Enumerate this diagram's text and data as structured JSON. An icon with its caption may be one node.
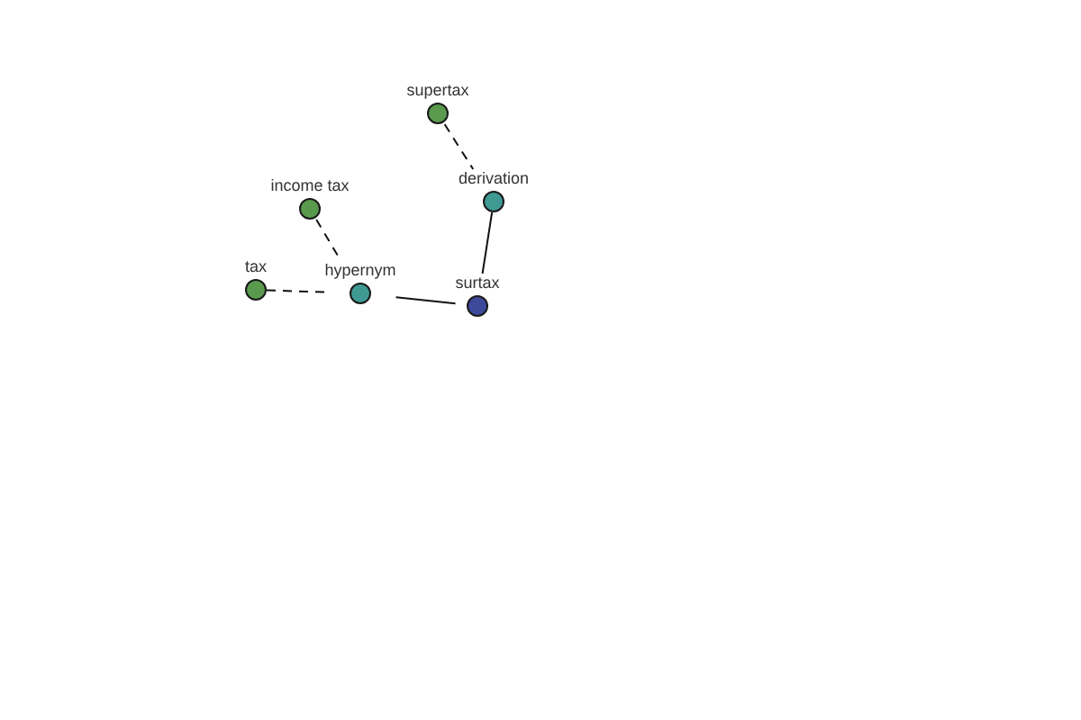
{
  "diagram": {
    "nodes": [
      {
        "text": [
          "supertax"
        ]
      },
      {
        "text": [
          "income tax"
        ]
      },
      {
        "text": [
          "derivation"
        ]
      },
      {
        "text": [
          "tax"
        ]
      },
      {
        "text": [
          "hypernym"
        ]
      },
      {
        "text": [
          "surtax"
        ]
      }
    ],
    "edges": [
      {
        "from": 0,
        "to": 2,
        "arrow": "none",
        "style": "dashed"
      },
      {
        "from": 2,
        "to": 5,
        "arrow": "none"
      },
      {
        "from": 1,
        "to": 4,
        "arrow": "none",
        "style": "dashed"
      },
      {
        "from": 3,
        "to": 4,
        "arrow": "none",
        "style": "dashed"
      },
      {
        "from": 4,
        "to": 5,
        "arrow": "none"
      }
    ]
  }
}
